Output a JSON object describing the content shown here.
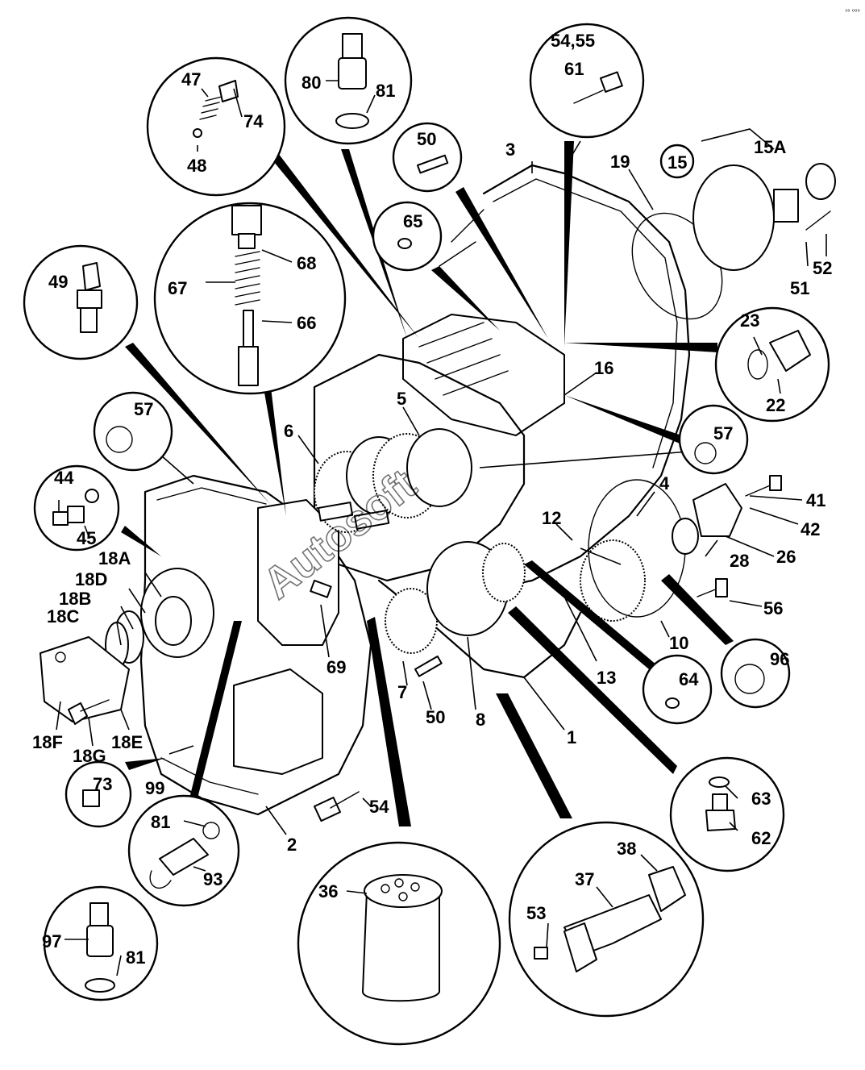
{
  "labels": {
    "l1": "1",
    "l2": "2",
    "l3": "3",
    "l4": "4",
    "l5": "5",
    "l6": "6",
    "l7": "7",
    "l8": "8",
    "l10": "10",
    "l12": "12",
    "l13": "13",
    "l15": "15",
    "l15A": "15A",
    "l16": "16",
    "l18A": "18A",
    "l18B": "18B",
    "l18C": "18C",
    "l18D": "18D",
    "l18E": "18E",
    "l18F": "18F",
    "l18G": "18G",
    "l19": "19",
    "l22": "22",
    "l23": "23",
    "l26": "26",
    "l28": "28",
    "l36": "36",
    "l37": "37",
    "l38": "38",
    "l41": "41",
    "l42": "42",
    "l44": "44",
    "l45": "45",
    "l47": "47",
    "l48": "48",
    "l49": "49",
    "l50a": "50",
    "l50b": "50",
    "l51": "51",
    "l52": "52",
    "l53": "53",
    "l54a": "54",
    "l5455": "54,55",
    "l56": "56",
    "l57a": "57",
    "l57b": "57",
    "l61": "61",
    "l62": "62",
    "l63": "63",
    "l64": "64",
    "l65": "65",
    "l66": "66",
    "l67": "67",
    "l68": "68",
    "l69": "69",
    "l73": "73",
    "l74": "74",
    "l80": "80",
    "l81a": "81",
    "l81b": "81",
    "l81c": "81",
    "l93": "93",
    "l96": "96",
    "l97": "97",
    "l99": "99"
  },
  "watermark": "Autosoft",
  "corner_mark": "₃₀ ₀₀₀"
}
